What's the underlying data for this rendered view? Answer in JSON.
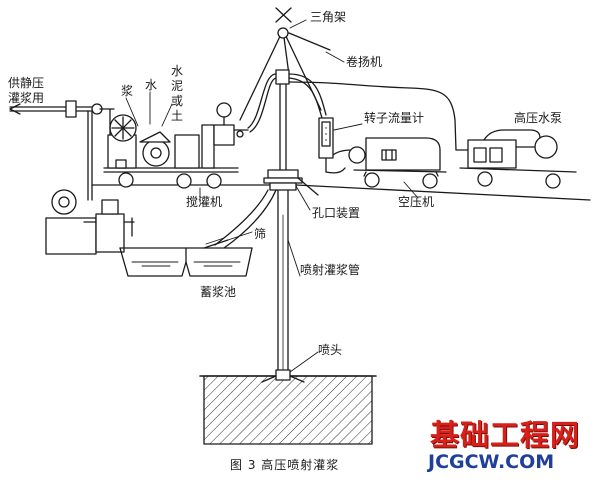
{
  "labels": {
    "tripod": "三角架",
    "winch": "卷扬机",
    "static_grout_supply": "供静压灌浆用",
    "slurry": "浆",
    "water": "水",
    "cement_or_soil": "水泥或土",
    "rotor_flowmeter": "转子流量计",
    "high_pressure_pump": "高压水泵",
    "mixer": "搅灌机",
    "hole_device": "孔口装置",
    "air_compressor": "空压机",
    "screen": "筛",
    "jet_grout_pipe": "喷射灌浆管",
    "slurry_tank": "蓄浆池",
    "nozzle": "喷头"
  },
  "caption": "图 3   高压喷射灌浆",
  "watermark": {
    "cn": "基础工程网",
    "en": "JCGCW.COM"
  },
  "colors": {
    "line": "#1a1a1a",
    "watermark_red": "#d8201a",
    "watermark_blue": "#1f3f9a"
  }
}
